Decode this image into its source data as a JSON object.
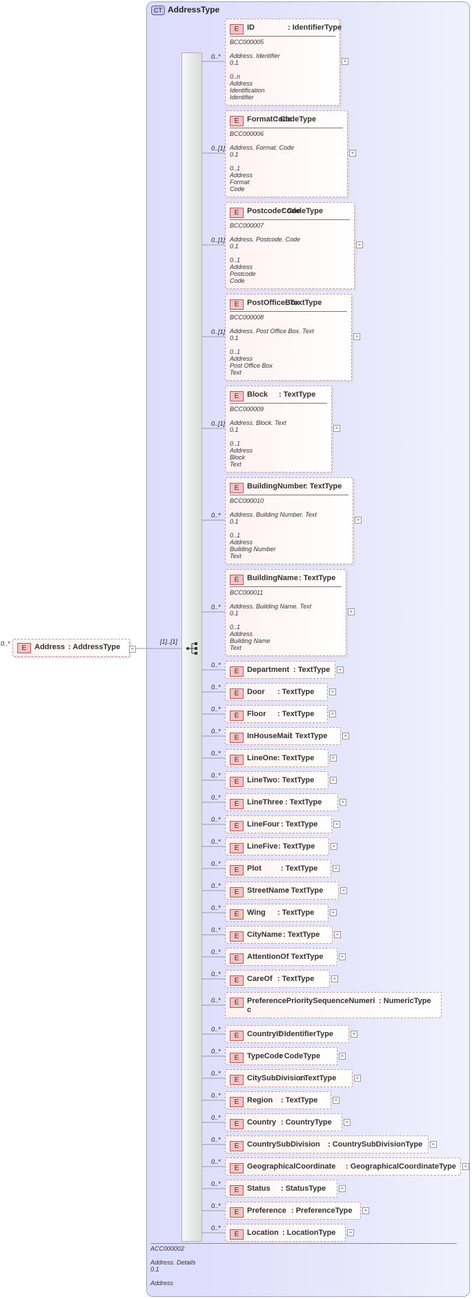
{
  "root": {
    "badge": "E",
    "name": "Address",
    "type": "AddressType",
    "multiplicity": "0..*",
    "connector_multiplicity": "[1]..[1]"
  },
  "complex_type": {
    "badge": "CT",
    "name": "AddressType",
    "doc": "ACC000002\n\nAddress. Details\n0.1\n\nAddress"
  },
  "elements": [
    {
      "badge": "E",
      "name": "ID",
      "sep": ":",
      "type": "IdentifierType",
      "multiplicity": "0..*",
      "doc": "BCC000005\n\nAddress. Identifier\n0.1\n\n0..n\nAddress\nIdentification\nIdentifier"
    },
    {
      "badge": "E",
      "name": "FormatCode",
      "sep": ":",
      "type": "CodeType",
      "multiplicity": "0..[1]",
      "doc": "BCC000006\n\nAddress. Format. Code\n0.1\n\n0..1\nAddress\nFormat\nCode"
    },
    {
      "badge": "E",
      "name": "PostcodeCode",
      "sep": ":",
      "type": "CodeType",
      "multiplicity": "0..[1]",
      "doc": "BCC000007\n\nAddress. Postcode. Code\n0.1\n\n0..1\nAddress\nPostcode\nCode"
    },
    {
      "badge": "E",
      "name": "PostOfficeBox",
      "sep": ":",
      "type": "TextType",
      "multiplicity": "0..[1]",
      "doc": "BCC000008\n\nAddress. Post Office Box. Text\n0.1\n\n0..1\nAddress\nPost Office Box\nText"
    },
    {
      "badge": "E",
      "name": "Block",
      "sep": ":",
      "type": "TextType",
      "multiplicity": "0..[1]",
      "doc": "BCC000009\n\nAddress. Block. Text\n0.1\n\n0..1\nAddress\nBlock\nText"
    },
    {
      "badge": "E",
      "name": "BuildingNumber",
      "sep": ":",
      "type": "TextType",
      "multiplicity": "0..*",
      "doc": "BCC000010\n\nAddress. Building Number. Text\n0.1\n\n0..1\nAddress\nBuilding Number\nText"
    },
    {
      "badge": "E",
      "name": "BuildingName",
      "sep": ":",
      "type": "TextType",
      "multiplicity": "0..*",
      "doc": "BCC000011\n\nAddress. Building Name. Text\n0.1\n\n0..1\nAddress\nBuilding Name\nText"
    },
    {
      "badge": "E",
      "name": "Department",
      "sep": ":",
      "type": "TextType",
      "multiplicity": "0..*"
    },
    {
      "badge": "E",
      "name": "Door",
      "sep": ":",
      "type": "TextType",
      "multiplicity": "0..*"
    },
    {
      "badge": "E",
      "name": "Floor",
      "sep": ":",
      "type": "TextType",
      "multiplicity": "0..*"
    },
    {
      "badge": "E",
      "name": "InHouseMail",
      "sep": ":",
      "type": "TextType",
      "multiplicity": "0..*"
    },
    {
      "badge": "E",
      "name": "LineOne",
      "sep": ":",
      "type": "TextType",
      "multiplicity": "0..*"
    },
    {
      "badge": "E",
      "name": "LineTwo",
      "sep": ":",
      "type": "TextType",
      "multiplicity": "0..*"
    },
    {
      "badge": "E",
      "name": "LineThree",
      "sep": ":",
      "type": "TextType",
      "multiplicity": "0..*"
    },
    {
      "badge": "E",
      "name": "LineFour",
      "sep": ":",
      "type": "TextType",
      "multiplicity": "0..*"
    },
    {
      "badge": "E",
      "name": "LineFive",
      "sep": ":",
      "type": "TextType",
      "multiplicity": "0..*"
    },
    {
      "badge": "E",
      "name": "Plot",
      "sep": ":",
      "type": "TextType",
      "multiplicity": "0..*"
    },
    {
      "badge": "E",
      "name": "StreetName",
      "sep": ":",
      "type": "TextType",
      "multiplicity": "0..*"
    },
    {
      "badge": "E",
      "name": "Wing",
      "sep": ":",
      "type": "TextType",
      "multiplicity": "0..*"
    },
    {
      "badge": "E",
      "name": "CityName",
      "sep": ":",
      "type": "TextType",
      "multiplicity": "0..*"
    },
    {
      "badge": "E",
      "name": "AttentionOf",
      "sep": ":",
      "type": "TextType",
      "multiplicity": "0..*"
    },
    {
      "badge": "E",
      "name": "CareOf",
      "sep": ":",
      "type": "TextType",
      "multiplicity": "0..*"
    },
    {
      "badge": "E",
      "name": "PreferencePrioritySequenceNumeri",
      "sep": ":",
      "type": "NumericType",
      "type_wrap": "c",
      "multiplicity": "0..*"
    },
    {
      "badge": "E",
      "name": "CountryID",
      "sep": ":",
      "type": "IdentifierType",
      "multiplicity": "0..*"
    },
    {
      "badge": "E",
      "name": "TypeCode",
      "sep": ":",
      "type": "CodeType",
      "multiplicity": "0..*"
    },
    {
      "badge": "E",
      "name": "CitySubDivision",
      "sep": ":",
      "type": "TextType",
      "multiplicity": "0..*"
    },
    {
      "badge": "E",
      "name": "Region",
      "sep": ":",
      "type": "TextType",
      "multiplicity": "0..*"
    },
    {
      "badge": "E",
      "name": "Country",
      "sep": ":",
      "type": "CountryType",
      "multiplicity": "0..*"
    },
    {
      "badge": "E",
      "name": "CountrySubDivision",
      "sep": ":",
      "type": "CountrySubDivisionType",
      "multiplicity": "0..*"
    },
    {
      "badge": "E",
      "name": "GeographicalCoordinate",
      "sep": ":",
      "type": "GeographicalCoordinateType",
      "multiplicity": "0..*"
    },
    {
      "badge": "E",
      "name": "Status",
      "sep": ":",
      "type": "StatusType",
      "multiplicity": "0..*"
    },
    {
      "badge": "E",
      "name": "Preference",
      "sep": ":",
      "type": "PreferenceType",
      "multiplicity": "0..*"
    },
    {
      "badge": "E",
      "name": "Location",
      "sep": ":",
      "type": "LocationType",
      "multiplicity": "0..*"
    }
  ]
}
